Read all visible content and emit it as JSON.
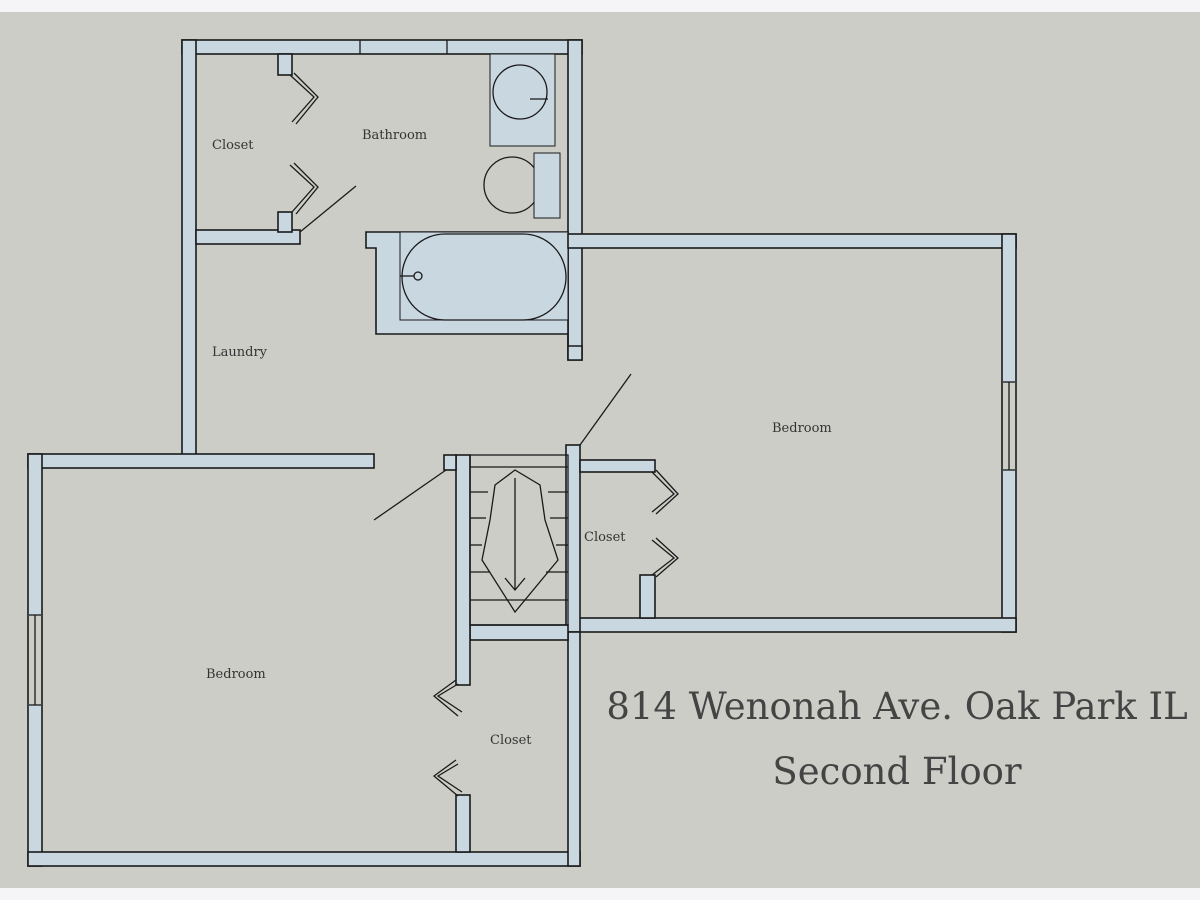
{
  "plan": {
    "address": "814 Wenonah Ave. Oak Park IL",
    "floor": "Second Floor",
    "rooms": {
      "closet_top": "Closet",
      "bathroom": "Bathroom",
      "laundry": "Laundry",
      "bedroom_right": "Bedroom",
      "closet_right": "Closet",
      "bedroom_left": "Bedroom",
      "closet_bottom": "Closet"
    }
  },
  "colors": {
    "background": "#cdcdc8",
    "wall_fill": "#c9d7e1",
    "wall_line": "#1a1a1a",
    "text": "#444444"
  }
}
